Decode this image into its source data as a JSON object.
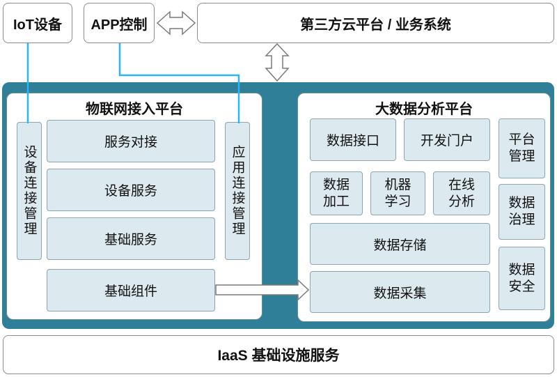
{
  "top": {
    "iot_device": "IoT设备",
    "app_control": "APP控制",
    "third_party": "第三方云平台 / 业务系统"
  },
  "iot_platform": {
    "title": "物联网接入平台",
    "device_conn_mgmt": "设备连接管理",
    "service_docking": "服务对接",
    "device_service": "设备服务",
    "basic_service": "基础服务",
    "basic_component": "基础组件",
    "app_conn_mgmt": "应用连接管理"
  },
  "bigdata_platform": {
    "title": "大数据分析平台",
    "data_interface": "数据接口",
    "dev_portal": "开发门户",
    "platform_mgmt": "平台\n管理",
    "data_processing": "数据\n加工",
    "machine_learning": "机器\n学习",
    "online_analysis": "在线\n分析",
    "data_governance": "数据\n治理",
    "data_storage": "数据存储",
    "data_security": "数据\n安全",
    "data_collection": "数据采集"
  },
  "iaas": "IaaS 基础设施服务",
  "colors": {
    "platform_bg": "#2f7f99",
    "cell_bg": "#dce9ef",
    "connector": "#29b6f6"
  }
}
